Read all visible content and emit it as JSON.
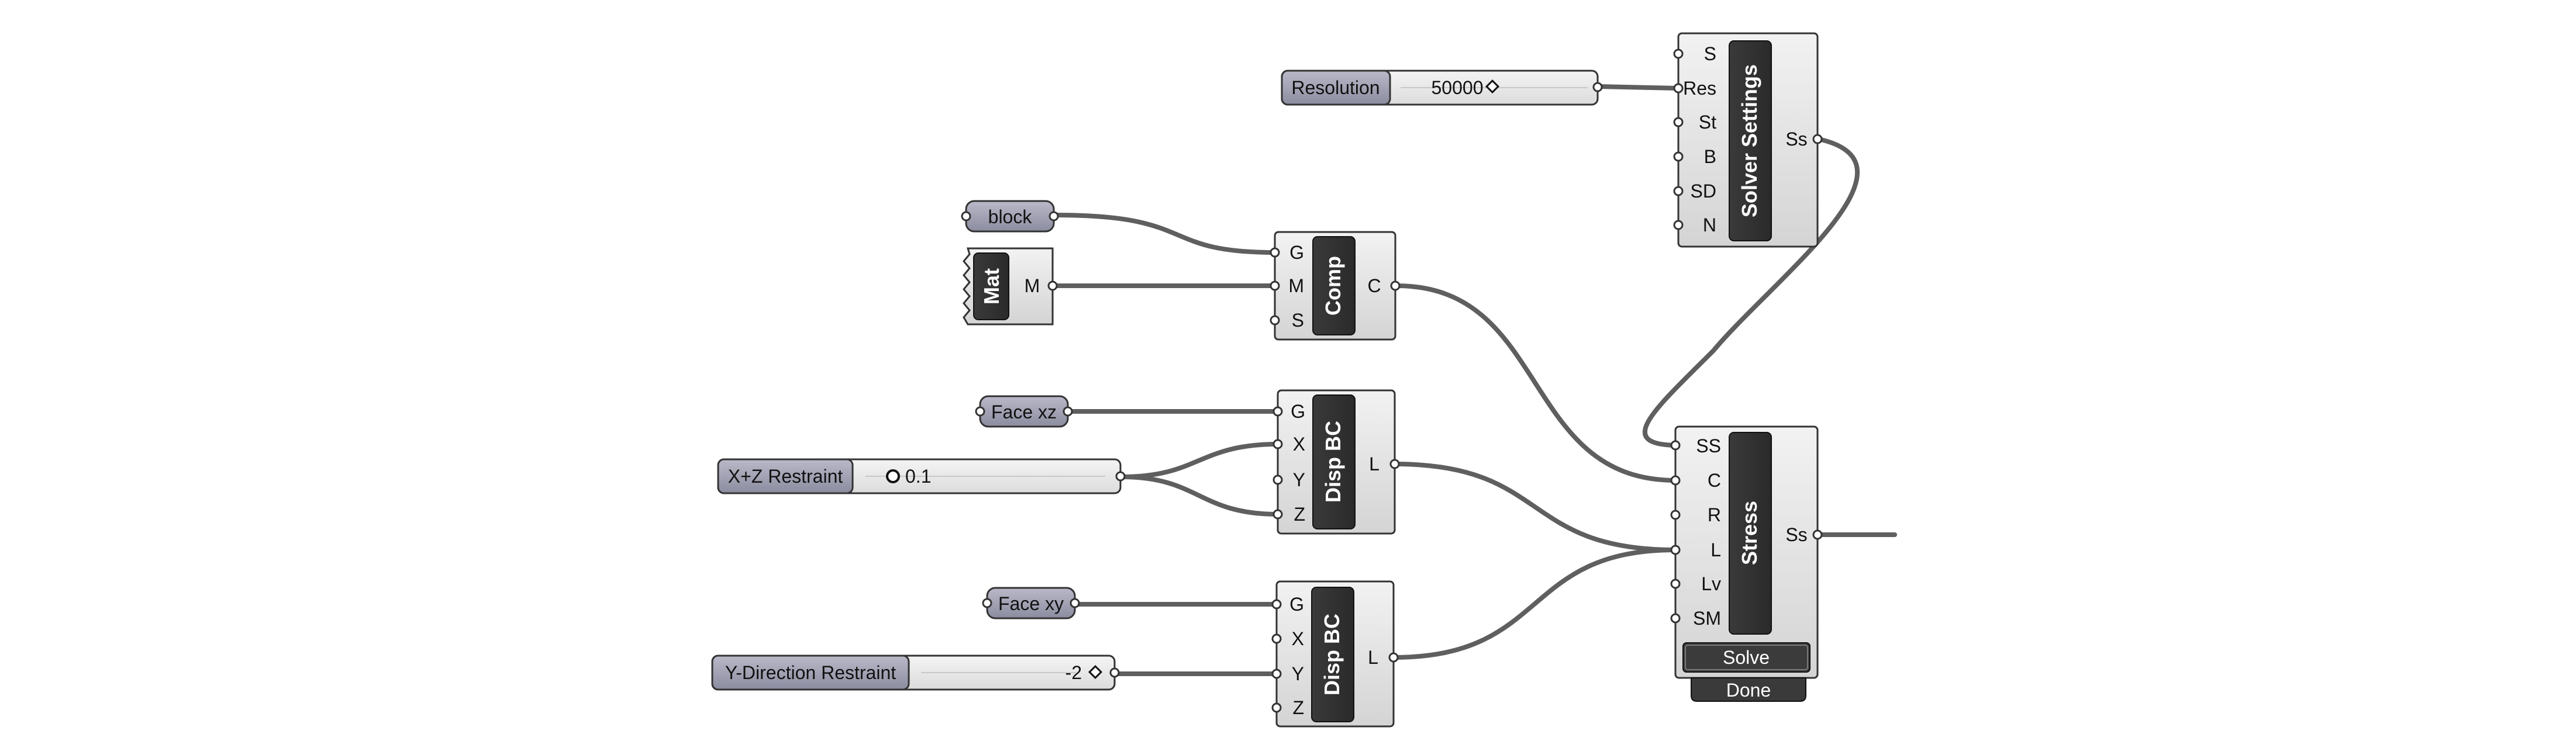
{
  "params": {
    "block": "block",
    "face_xz": "Face xz",
    "face_xy": "Face xy"
  },
  "material": {
    "label": "Mat",
    "output": "M"
  },
  "sliders": {
    "resolution": {
      "label": "Resolution",
      "value": "50000"
    },
    "xz_restraint": {
      "label": "X+Z Restraint",
      "value": "0.1"
    },
    "y_restraint": {
      "label": "Y-Direction Restraint",
      "value": "-2"
    }
  },
  "components": {
    "solver_settings": {
      "name": "Solver Settings",
      "inputs": [
        "S",
        "Res",
        "St",
        "B",
        "SD",
        "N"
      ],
      "output": "Ss"
    },
    "comp": {
      "name": "Comp",
      "inputs": [
        "G",
        "M",
        "S"
      ],
      "output": "C"
    },
    "disp_bc_1": {
      "name": "Disp BC",
      "inputs": [
        "G",
        "X",
        "Y",
        "Z"
      ],
      "output": "L"
    },
    "disp_bc_2": {
      "name": "Disp BC",
      "inputs": [
        "G",
        "X",
        "Y",
        "Z"
      ],
      "output": "L"
    },
    "stress": {
      "name": "Stress",
      "inputs": [
        "SS",
        "C",
        "R",
        "L",
        "Lv",
        "SM"
      ],
      "output": "Ss"
    }
  },
  "stress_button": "Solve",
  "stress_status": "Done"
}
